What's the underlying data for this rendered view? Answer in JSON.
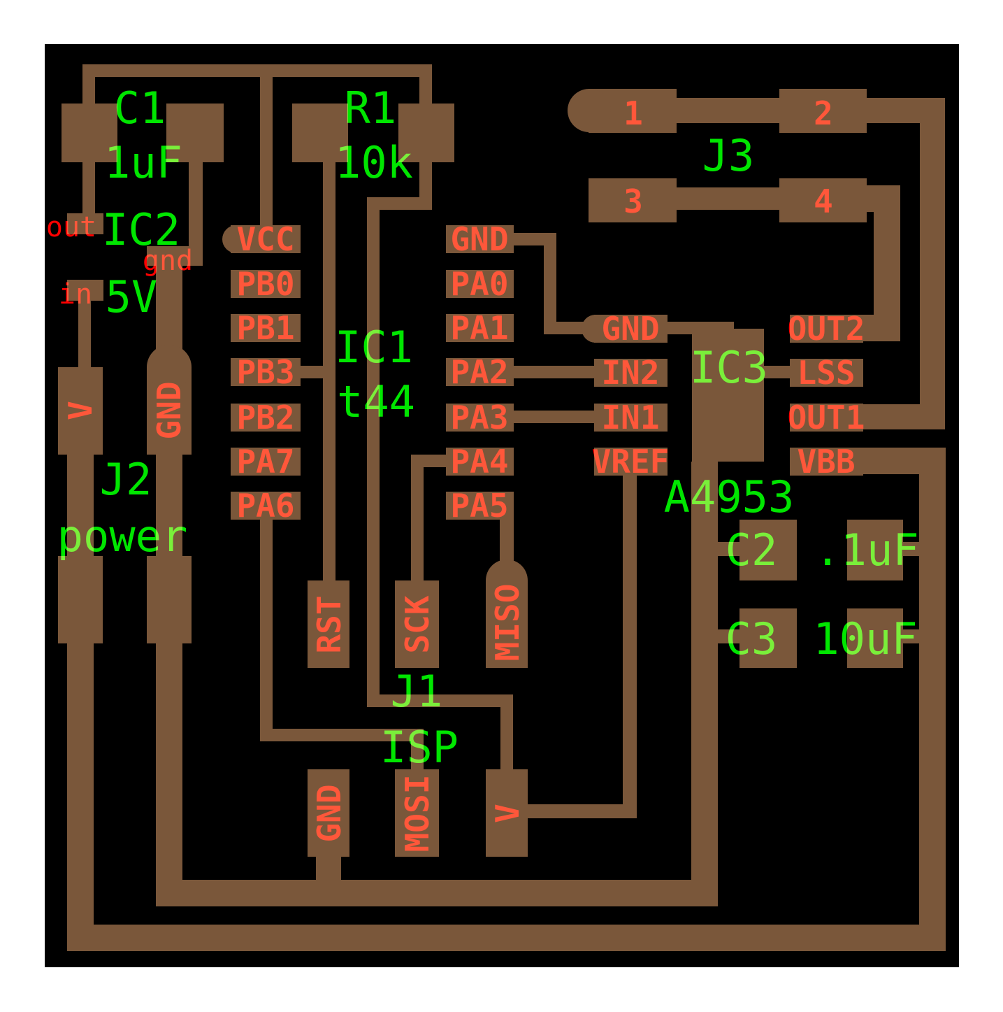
{
  "colors": {
    "background": "#000000",
    "copper": "#7a573a",
    "pin_label": "#ff0000",
    "ref_label": "#00e600"
  },
  "components": {
    "c1": {
      "ref": "C1",
      "value": "1uF"
    },
    "r1": {
      "ref": "R1",
      "value": "10k"
    },
    "j3": {
      "ref": "J3",
      "pins": [
        "1",
        "2",
        "3",
        "4"
      ]
    },
    "ic2": {
      "ref": "IC2",
      "value": "5V",
      "pins": [
        "out",
        "gnd",
        "in"
      ]
    },
    "ic1": {
      "ref": "IC1",
      "value": "t44",
      "left_pins": [
        "VCC",
        "PB0",
        "PB1",
        "PB3",
        "PB2",
        "PA7",
        "PA6"
      ],
      "right_pins": [
        "GND",
        "PA0",
        "PA1",
        "PA2",
        "PA3",
        "PA4",
        "PA5"
      ]
    },
    "ic3": {
      "ref": "IC3",
      "value": "A4953",
      "left_pins": [
        "GND",
        "IN2",
        "IN1",
        "VREF"
      ],
      "right_pins": [
        "OUT2",
        "LSS",
        "OUT1",
        "VBB"
      ]
    },
    "j2": {
      "ref": "J2",
      "value": "power",
      "pins": [
        "V",
        "GND"
      ]
    },
    "j1": {
      "ref": "J1",
      "value": "ISP",
      "pins": [
        "RST",
        "SCK",
        "MISO",
        "GND",
        "MOSI",
        "V"
      ]
    },
    "c2": {
      "ref": "C2",
      "value": ".1uF"
    },
    "c3": {
      "ref": "C3",
      "value": "10uF"
    }
  }
}
